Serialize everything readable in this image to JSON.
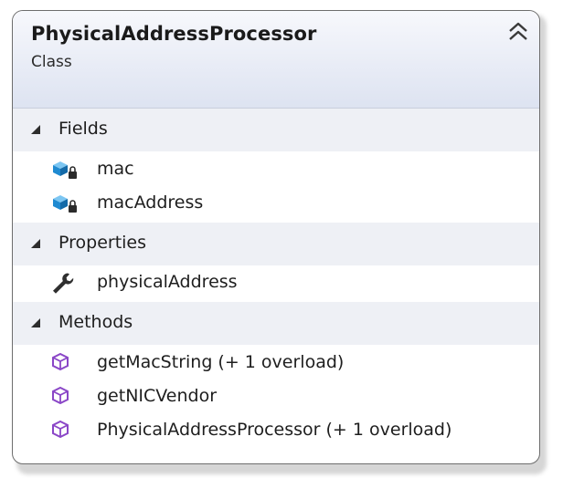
{
  "class": {
    "name": "PhysicalAddressProcessor",
    "stereotype": "Class"
  },
  "sections": {
    "fields": {
      "label": "Fields",
      "items": [
        "mac",
        "macAddress"
      ]
    },
    "properties": {
      "label": "Properties",
      "items": [
        "physicalAddress"
      ]
    },
    "methods": {
      "label": "Methods",
      "items": [
        "getMacString (+ 1 overload)",
        "getNICVendor",
        "PhysicalAddressProcessor (+ 1 overload)"
      ]
    }
  },
  "icons": {
    "collapse": "double-chevron-up-icon",
    "field": "private-field-icon",
    "property": "property-wrench-icon",
    "method": "method-cube-icon"
  },
  "colors": {
    "header_gradient_top": "#f7f8fc",
    "header_gradient_bottom": "#dde3f1",
    "section_header_bg": "#eef0f5",
    "border": "#6d6d6d",
    "field_icon": "#1f8ad1",
    "method_icon": "#8a46c7"
  }
}
